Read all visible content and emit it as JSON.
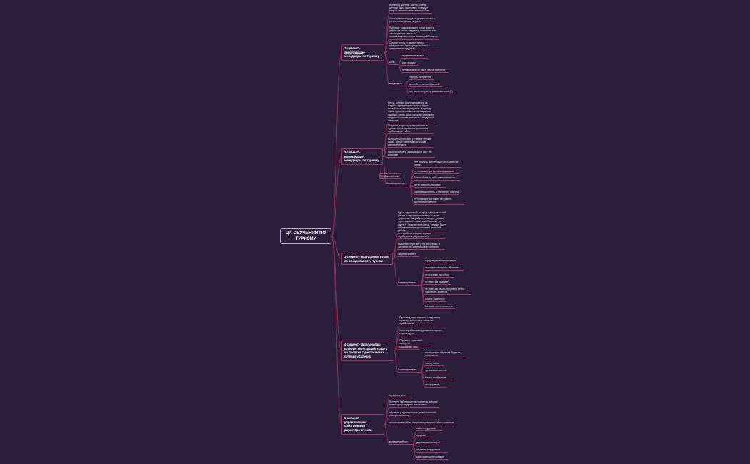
{
  "root": "ЦА ОБУЧЕНИЯ ПО ТУРИЗМУ",
  "seg1": {
    "title": "1 сегмент - действующие менеджеры по туризму",
    "items": [
      "Вебинары, митапы, мастер-классы, которые будут раскрывать точечные вопросы, возникшие во время работы",
      "Хотят повысить продажи, уровень сервиса, узнать новые фишки на рынке",
      "Покупают, когда возникают новые аспекты работы на рынке, например, появление или отмена работы какого-то специализированного (с визами, в ЕЭ модно)",
      "Смотрят курсы у главных звезд у официальных туроператоров, Фиш» и псевдоимного гуру(сайт)"
    ],
    "boli_label": "Боли",
    "boli": [
      "продвижение в сети",
      "рост продаж",
      "нет возможности расти внутри компании"
    ],
    "vozr_label": "возражения",
    "vozr": [
      "Научусь на практике",
      "много бесплатных обучений",
      "все равно нет роста, уважаемости нет(?)"
    ]
  },
  "seg2": {
    "title": "2 сегмент - начинающие менеджеры по туризму",
    "items": [
      "Курсы, которые будут направлены на вопросы о разрешении которых будет точный, измеримый результат. Например: Поиск туров на сколько легко закрывать продажи. Чтобы после курса вы увеличили продажи и ставили успешным сотрудником агентства",
      "Покупают, когда начинают работать в туризме и сталкиваются с основными проблемами в работе",
      "Выбирают курсы либо у главных игроков рынка, либо у экспертов с хорошим личным брендом",
      "социальные сети, официальный сайт тур. компании"
    ],
    "pain_label": "Глубинная боль",
    "vozr_label": "Боли/возражения",
    "vozr": [
      "Нет реально действующих инструментов роста",
      "не понимают, где брать информацию",
      "Боятся брать на себя ответственность",
      "хотят повысить продажи",
      "информационность и открытость доступа",
      "не понимают, как выйти на уровень квалифицированной"
    ]
  },
  "seg3": {
    "title": "3 сегмент - выпускники вузов по специальности туризм",
    "items": [
      "Курсы с практикой, которые научат реальной работе по профессии и научат в целом профессии. Как работать в сфере туризма, переговорных отношениях. Практика на сайте(?). Практические курсы, которые будут направлены на подключение к реальной работе",
      "хотят работать и сразу хорошо зарабатывать (образование)",
      "Выбирают обучение у тех, кого знают. В основном это сверхмощные компании",
      "социальные сети"
    ],
    "vozr_label": "Боли/возражения",
    "vozr": [
      "курсу не узнаю ничего нового",
      "не получится изучить обучение",
      "не устроюсь на работу",
      "не знаю, как продавать",
      "не знаю, как начать продавать сети и привлекать клиентов",
      "Боязнь ошибиться",
      "Большая ответственность"
    ]
  },
  "seg4": {
    "title": "4 сегмент - фрилансеры, которые хотят зарабатывать на продаже туристических путевок удаленно",
    "items": [
      "Курсы под ключ, научатся сразу всему нужному, чтобы сразу же начать зарабатывать",
      "Хотят зарабатывать удаленно и хорошо создать курсы",
      "Обучаюсь у знакомых экспертов",
      "социальные сети"
    ],
    "vozr_label": "Боли/возражения",
    "vozr": [
      "много разных обучений, будет не качественно",
      "получится ли",
      "где искать клиентов",
      "боятся на обучение",
      "как продавать"
    ]
  },
  "seg5": {
    "title": "5 сегмент - управляющие/ собственники /директора агенств",
    "items": [
      "Курсы под ключ",
      "Получить работающие инструменты, которые можно сразу внедрить и выполнить",
      "обучаюсь у туроператоров, рынка компаний или туроператоров",
      "тематические сайты, специализированные сайты о клиентах"
    ],
    "vozr_label": "возражения/боль",
    "vozr": [
      "найм сотрудников",
      "продажи",
      "управление командой",
      "обучение сотрудников",
      "самоусовершенствование"
    ]
  }
}
